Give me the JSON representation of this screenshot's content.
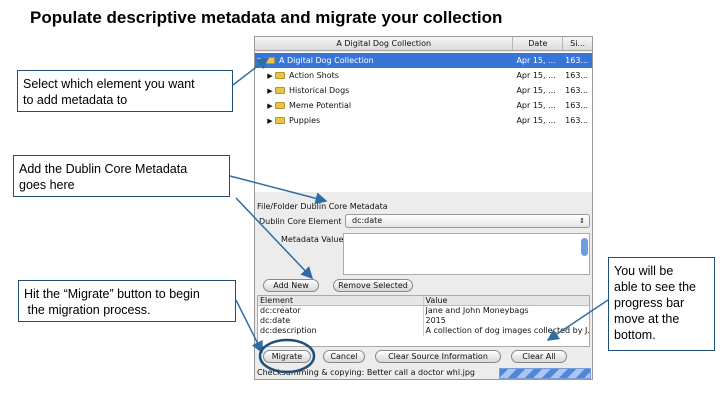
{
  "slide": {
    "title": "Populate descriptive metadata and migrate your collection"
  },
  "callouts": {
    "select_element": [
      "Select which element you want",
      "to add metadata to"
    ],
    "dublin_core": [
      "Add the Dublin Core Metadata",
      "goes here"
    ],
    "migrate": [
      "Hit the “Migrate” button to begin",
      " the migration process."
    ],
    "progress": [
      "You will be",
      "able to see the",
      "progress bar",
      "move at the",
      "bottom."
    ]
  },
  "tree": {
    "columns": {
      "name": "A Digital Dog Collection",
      "date": "Date",
      "size": "Si..."
    },
    "rows": [
      {
        "name": "A Digital Dog Collection",
        "date": "Apr 15, ...",
        "size": "163..."
      },
      {
        "name": "Action Shots",
        "date": "Apr 15, ...",
        "size": "163..."
      },
      {
        "name": "Historical Dogs",
        "date": "Apr 15, ...",
        "size": "163..."
      },
      {
        "name": "Meme Potential",
        "date": "Apr 15, ...",
        "size": "163..."
      },
      {
        "name": "Puppies",
        "date": "Apr 15, ...",
        "size": "163..."
      }
    ]
  },
  "metadata_panel": {
    "section_label": "File/Folder Dublin Core Metadata",
    "element_label": "Dublin Core Element",
    "element_value": "dc:date",
    "value_label": "Metadata Value",
    "add_new": "Add New",
    "remove_selected": "Remove Selected",
    "table": {
      "headers": [
        "Element",
        "Value"
      ],
      "rows": [
        [
          "dc:creator",
          "Jane and John Moneybags"
        ],
        [
          "dc:date",
          "2015"
        ],
        [
          "dc:description",
          "A collection of dog images collected by J..."
        ]
      ]
    }
  },
  "actions": {
    "migrate": "Migrate",
    "cancel": "Cancel",
    "clear_source": "Clear Source Information",
    "clear_all": "Clear All"
  },
  "status": {
    "text": "Checksumming & copying: Better call a doctor whl.jpg"
  },
  "colors": {
    "selection": "#3875d7",
    "callout_border": "#1f4e79",
    "arrow": "#2e6da4"
  }
}
